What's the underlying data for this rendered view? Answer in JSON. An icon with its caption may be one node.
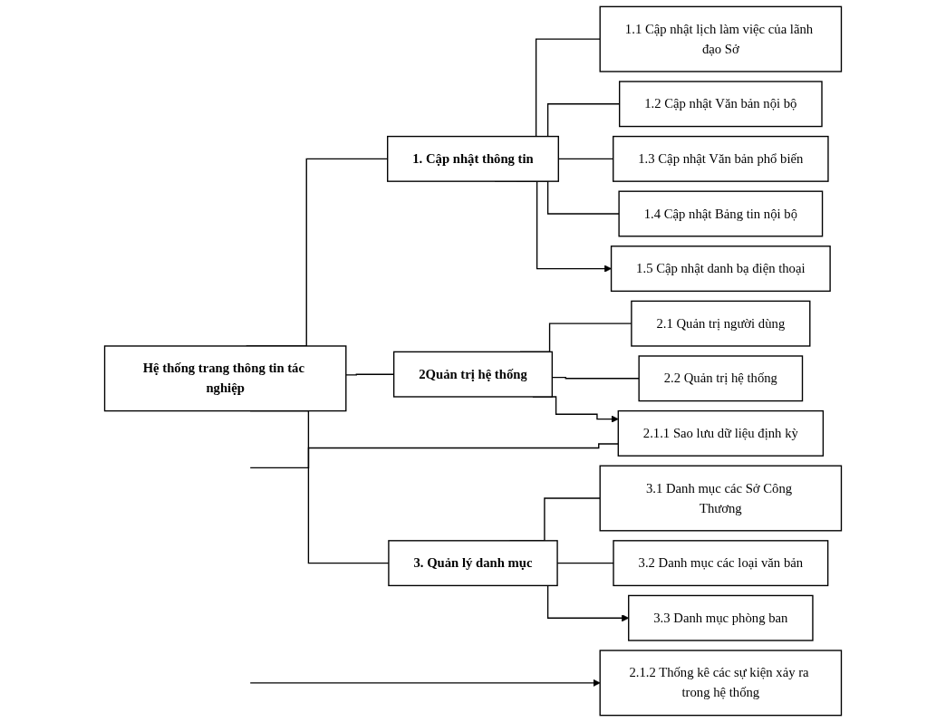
{
  "diagram": {
    "nodes": [
      {
        "text": [
          "Hệ thống trang thông tin tác nghiệp"
        ]
      },
      {
        "text": [
          "1. Cập nhật thông tin"
        ]
      },
      {
        "text": [
          "2Quản trị hệ thống"
        ]
      },
      {
        "text": [
          "3. Quản lý danh mục"
        ]
      },
      {
        "text": [
          "1.1 Cập nhật lịch làm việc của lãnh đạo Sở"
        ]
      },
      {
        "text": [
          "1.2 Cập nhật Văn bản nội bộ"
        ]
      },
      {
        "text": [
          "1.3 Cập nhật Văn bản phổ biến"
        ]
      },
      {
        "text": [
          "1.4 Cập nhật Bảng tin nội bộ"
        ]
      },
      {
        "text": [
          "1.5 Cập nhật danh bạ điện thoại"
        ]
      },
      {
        "text": [
          "2.1 Quản trị người dùng"
        ]
      },
      {
        "text": [
          "2.2 Quản trị hệ thống"
        ]
      },
      {
        "text": [
          "2.1.1 Sao lưu dữ liệu định kỳ"
        ]
      },
      {
        "text": [
          "2.1.2 Thống kê các sự kiện xảy ra trong hệ thống"
        ]
      },
      {
        "text": [
          "3.1 Danh mục các Sở Công Thương"
        ]
      },
      {
        "text": [
          "3.2 Danh mục các loại văn bản"
        ]
      },
      {
        "text": [
          "3.3 Danh mục phòng ban"
        ]
      }
    ],
    "edges": [
      {
        "from": 0,
        "to": 1,
        "arrow": "none"
      },
      {
        "from": 0,
        "to": 2,
        "arrow": "none"
      },
      {
        "from": 0,
        "to": 3,
        "arrow": "none"
      },
      {
        "from": 1,
        "to": 4,
        "arrow": "none"
      },
      {
        "from": 1,
        "to": 5,
        "arrow": "none"
      },
      {
        "from": 1,
        "to": 6,
        "arrow": "none"
      },
      {
        "from": 1,
        "to": 7,
        "arrow": "none"
      },
      {
        "from": 1,
        "to": 8,
        "arrow": "to"
      },
      {
        "from": 2,
        "to": 9,
        "arrow": "none"
      },
      {
        "from": 2,
        "to": 10,
        "arrow": "none"
      },
      {
        "from": 2,
        "to": 11,
        "arrow": "to"
      },
      {
        "from": null,
        "to": 11,
        "arrow": "none"
      },
      {
        "from": null,
        "to": 12,
        "arrow": "to"
      },
      {
        "from": 3,
        "to": 13,
        "arrow": "none"
      },
      {
        "from": 3,
        "to": 14,
        "arrow": "none"
      },
      {
        "from": 3,
        "to": 15,
        "arrow": "to"
      }
    ]
  }
}
